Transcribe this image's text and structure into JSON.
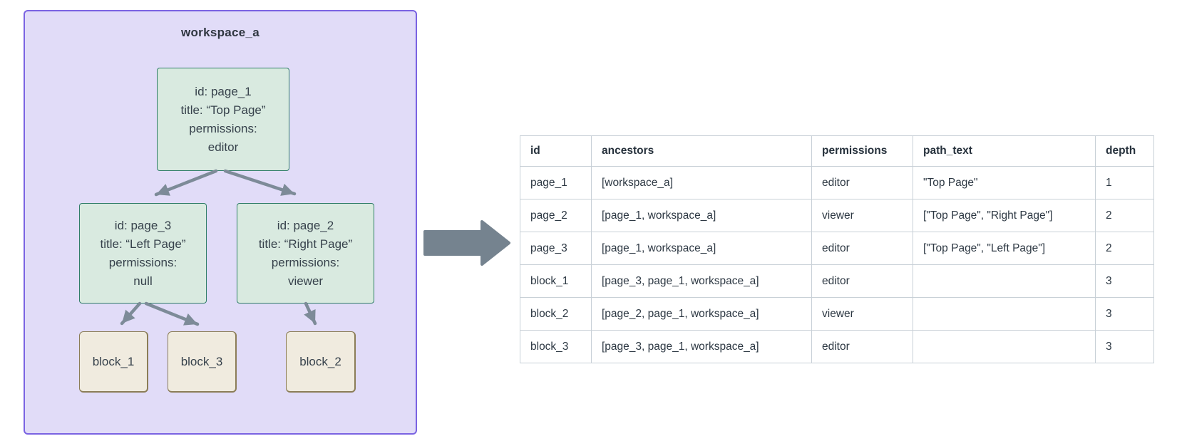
{
  "colors": {
    "container-fill": "#e1dcf8",
    "container-border": "#7a63e2",
    "page-fill": "#d9eae0",
    "page-border": "#2f7d68",
    "block-fill": "#f0ebdf",
    "block-border": "#8b7d57",
    "arrow": "#7d8b98",
    "big-arrow": "#75838f",
    "table-border": "#c8d0d7",
    "text-dark": "#333d47",
    "table-text": "#2d3843"
  },
  "diagram": {
    "title": "workspace_a",
    "pages": [
      {
        "id": "page_1",
        "lines": [
          "id: page_1",
          "title: “Top Page”",
          "permissions:",
          "editor"
        ]
      },
      {
        "id": "page_3",
        "lines": [
          "id: page_3",
          "title: “Left Page”",
          "permissions:",
          "null"
        ]
      },
      {
        "id": "page_2",
        "lines": [
          "id: page_2",
          "title: “Right Page”",
          "permissions:",
          "viewer"
        ]
      }
    ],
    "blocks": [
      {
        "label": "block_1"
      },
      {
        "label": "block_3"
      },
      {
        "label": "block_2"
      }
    ],
    "edges": [
      "page_1 -> page_3",
      "page_1 -> page_2",
      "page_3 -> block_1",
      "page_3 -> block_3",
      "page_2 -> block_2"
    ]
  },
  "flow_arrow": {
    "meaning": "transforms-to"
  },
  "table": {
    "columns": [
      "id",
      "ancestors",
      "permissions",
      "path_text",
      "depth"
    ],
    "rows": [
      [
        "page_1",
        "[workspace_a]",
        "editor",
        "\"Top Page\"",
        "1"
      ],
      [
        "page_2",
        "[page_1, workspace_a]",
        "viewer",
        "[\"Top Page\", \"Right Page\"]",
        "2"
      ],
      [
        "page_3",
        "[page_1, workspace_a]",
        "editor",
        "[\"Top Page\", \"Left Page\"]",
        "2"
      ],
      [
        "block_1",
        "[page_3, page_1, workspace_a]",
        "editor",
        "",
        "3"
      ],
      [
        "block_2",
        "[page_2, page_1, workspace_a]",
        "viewer",
        "",
        "3"
      ],
      [
        "block_3",
        "[page_3, page_1, workspace_a]",
        "editor",
        "",
        "3"
      ]
    ]
  }
}
